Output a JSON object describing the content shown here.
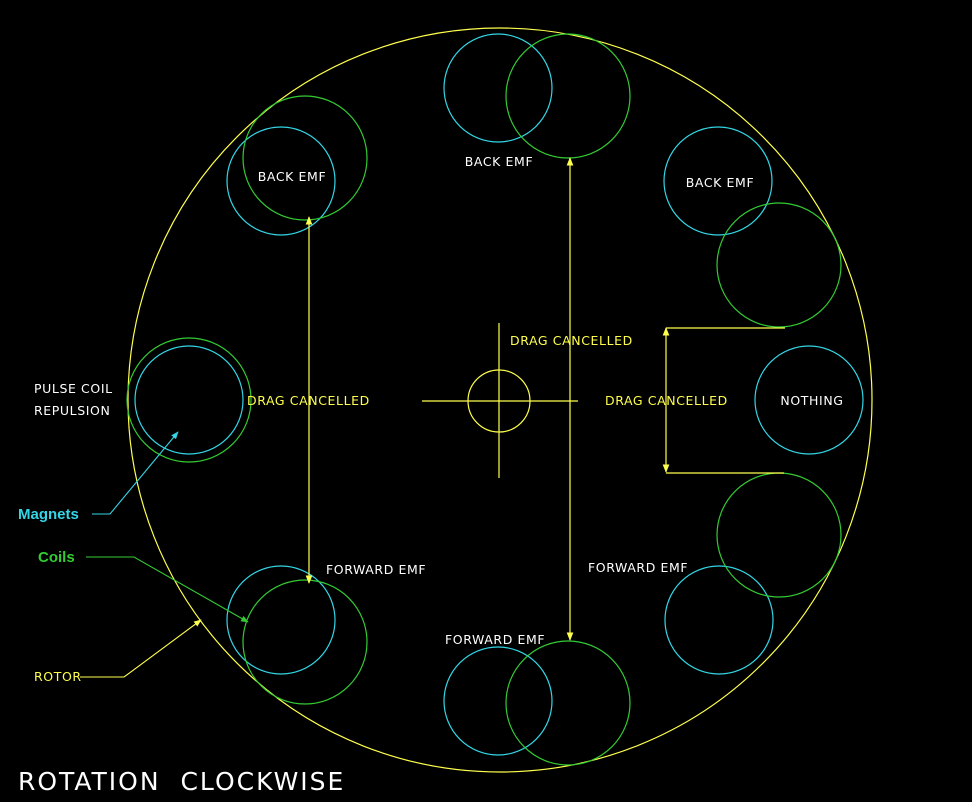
{
  "colors": {
    "background": "#000000",
    "rotor": "#ffff4d",
    "magnet": "#33d6e6",
    "coil": "#33cc33",
    "label": "#ffffff",
    "drag": "#ffff4d"
  },
  "labels": {
    "back_emf": "BACK EMF",
    "forward_emf": "FORWARD EMF",
    "drag_cancelled": "DRAG CANCELLED",
    "nothing": "NOTHING",
    "pulse_coil_line1": "PULSE COIL",
    "pulse_coil_line2": "REPULSION"
  },
  "legend": {
    "magnets": "Magnets",
    "coils": "Coils",
    "rotor": "ROTOR"
  },
  "footer": {
    "rotation": "ROTATION  CLOCKWISE"
  }
}
